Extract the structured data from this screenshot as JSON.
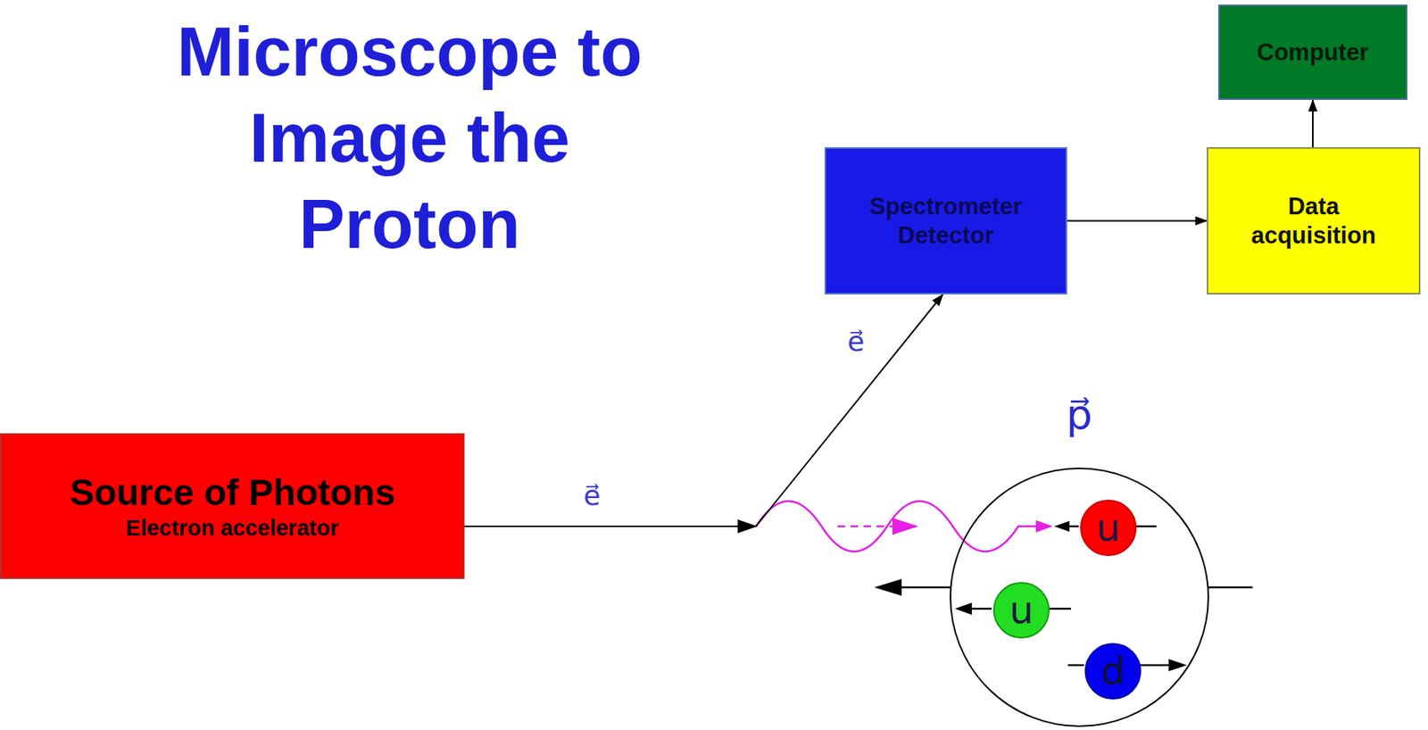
{
  "diagram": {
    "title": "Microscope to Image the Proton",
    "nodes": [
      {
        "text": [
          "Computer"
        ]
      },
      {
        "text": [
          "Spectrometer Detector"
        ]
      },
      {
        "text": [
          "Data acquisition"
        ]
      },
      {
        "text": [
          "Source of Photons",
          "Electron accelerator"
        ]
      },
      {
        "text": [
          "p⃗"
        ]
      },
      {
        "text": [
          "u"
        ],
        "in": 4
      },
      {
        "text": [
          "u"
        ],
        "in": 4
      },
      {
        "text": [
          "d"
        ],
        "in": 4
      }
    ],
    "edges": [
      {
        "from": 1,
        "to": 2,
        "arrow": "to"
      },
      {
        "from": 2,
        "to": 0,
        "arrow": "to"
      },
      {
        "from": 3,
        "to": 1,
        "arrow": "to",
        "label": "e⃗"
      }
    ],
    "labels": [
      "e⃗"
    ]
  }
}
